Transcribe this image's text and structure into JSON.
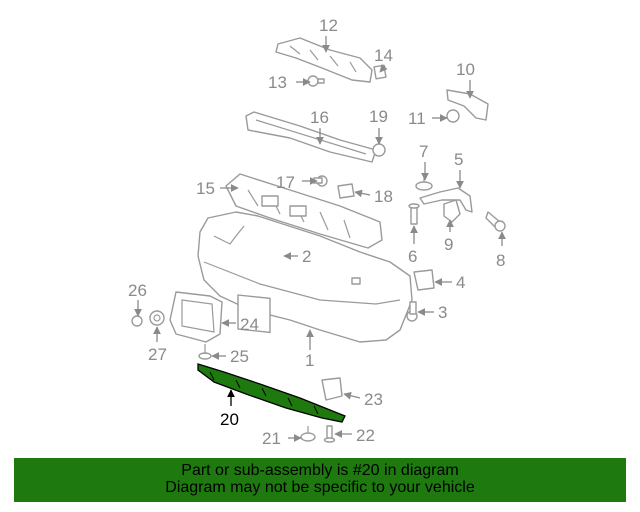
{
  "callouts": {
    "c1": "1",
    "c2": "2",
    "c3": "3",
    "c4": "4",
    "c5": "5",
    "c6": "6",
    "c7": "7",
    "c8": "8",
    "c9": "9",
    "c10": "10",
    "c11": "11",
    "c12": "12",
    "c13": "13",
    "c14": "14",
    "c15": "15",
    "c16": "16",
    "c17": "17",
    "c18": "18",
    "c19": "19",
    "c20": "20",
    "c21": "21",
    "c22": "22",
    "c23": "23",
    "c24": "24",
    "c25": "25",
    "c26": "26",
    "c27": "27"
  },
  "highlight_color": "#1e7a0f",
  "banner": {
    "line1": "Part or sub-assembly is #20 in diagram",
    "line2": "Diagram may not be specific to your vehicle"
  }
}
